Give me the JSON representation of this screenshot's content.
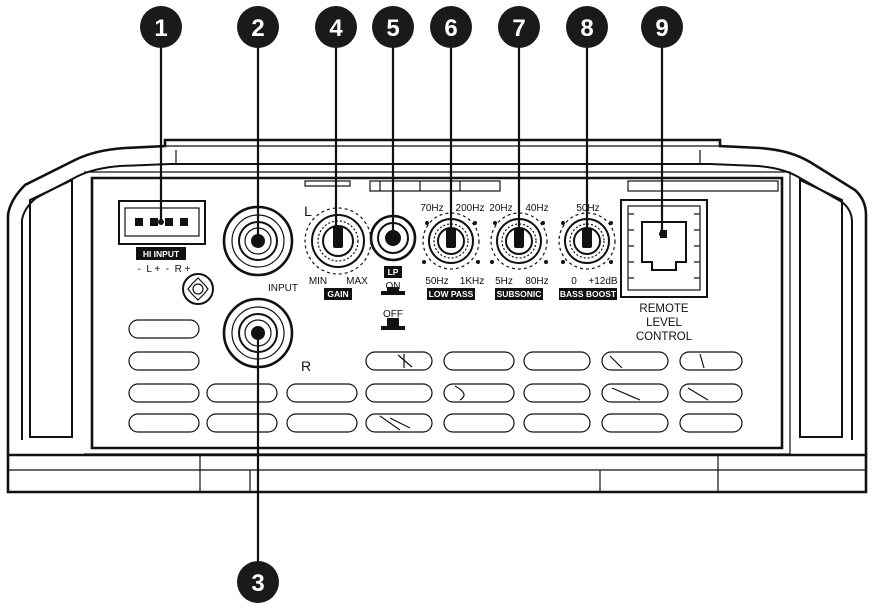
{
  "callouts": [
    "1",
    "2",
    "4",
    "5",
    "6",
    "7",
    "8",
    "9",
    "3"
  ],
  "labels": {
    "hi_input": "HI INPUT",
    "hi_input_pins": "-  L +  -  R +",
    "input": "INPUT",
    "l": "L",
    "r": "R",
    "gain_min": "MIN",
    "gain_max": "MAX",
    "gain": "GAIN",
    "lp": "LP",
    "lp_on": "ON",
    "lp_off": "OFF",
    "lowpass_top_left": "70Hz",
    "lowpass_top_right": "200Hz",
    "lowpass_bottom_left": "50Hz",
    "lowpass_bottom_right": "1KHz",
    "lowpass": "LOW PASS",
    "subsonic_top_left": "20Hz",
    "subsonic_top_right": "40Hz",
    "subsonic_bottom_left": "5Hz",
    "subsonic_bottom_right": "80Hz",
    "subsonic": "SUBSONIC",
    "bass_top": "50Hz",
    "bass_bottom_left": "0",
    "bass_bottom_right": "+12dB",
    "bass_boost": "BASS BOOST",
    "remote_1": "REMOTE",
    "remote_2": "LEVEL",
    "remote_3": "CONTROL"
  },
  "colors": {
    "ink": "#111111",
    "callout_fill": "#1a1a1a",
    "tag_fill": "#111111",
    "background": "#ffffff"
  }
}
